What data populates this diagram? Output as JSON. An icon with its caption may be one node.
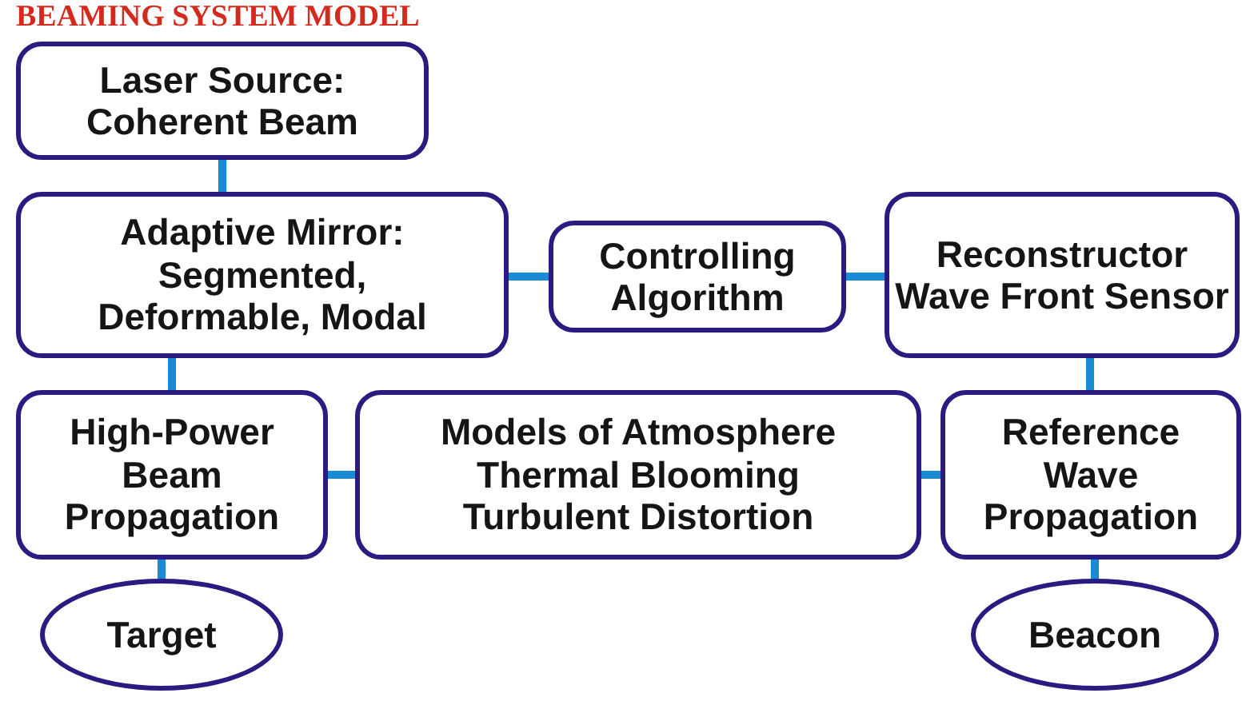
{
  "diagram": {
    "title": "BEAMING SYSTEM MODEL",
    "nodes": [
      {
        "text": [
          "Laser Source: Coherent Beam"
        ]
      },
      {
        "text": [
          "Adaptive Mirror: Segmented, Deformable, Modal"
        ]
      },
      {
        "text": [
          "Controlling Algorithm"
        ]
      },
      {
        "text": [
          "Reconstructor Wave Front Sensor"
        ]
      },
      {
        "text": [
          "High-Power Beam Propagation"
        ]
      },
      {
        "text": [
          "Models of Atmosphere Thermal Blooming Turbulent Distortion"
        ]
      },
      {
        "text": [
          "Reference Wave Propagation"
        ]
      },
      {
        "text": [
          "Target"
        ]
      },
      {
        "text": [
          "Beacon"
        ]
      }
    ],
    "edges": [
      {
        "from": 0,
        "to": 1,
        "arrow": "none"
      },
      {
        "from": 1,
        "to": 2,
        "arrow": "none"
      },
      {
        "from": 2,
        "to": 3,
        "arrow": "none"
      },
      {
        "from": 1,
        "to": 4,
        "arrow": "none"
      },
      {
        "from": 4,
        "to": 5,
        "arrow": "none"
      },
      {
        "from": 5,
        "to": 6,
        "arrow": "none"
      },
      {
        "from": 3,
        "to": 6,
        "arrow": "none"
      },
      {
        "from": 4,
        "to": 7,
        "arrow": "none"
      },
      {
        "from": 6,
        "to": 8,
        "arrow": "none"
      }
    ]
  }
}
